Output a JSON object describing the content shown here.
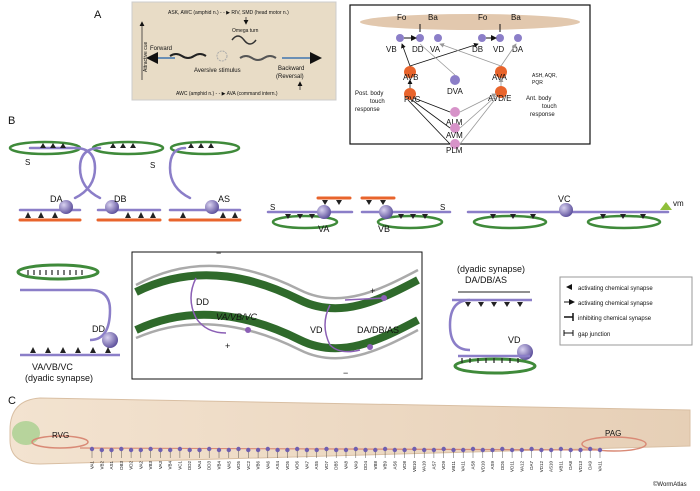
{
  "panels": {
    "a": "A",
    "b": "B",
    "c": "C"
  },
  "panel_a_left": {
    "side_label": "Attractive cue",
    "top_line": "ASK, AWC (amphid n.) - - ▶ RIV, SMD (head motor n.)",
    "omega": "Omega turn",
    "forward": "Forward",
    "aversive": "Aversive stimulus",
    "backward": "Backward",
    "reversal": "(Reversal)",
    "bottom_line": "AWC (amphid n.) - - ▶ AVA (command intern.)"
  },
  "panel_a_right": {
    "fo_left": "Fo",
    "ba_left": "Ba",
    "fo_right": "Fo",
    "ba_right": "Ba",
    "vb": "VB",
    "dd": "DD",
    "va": "VA",
    "db": "DB",
    "vd": "VD",
    "da": "DA",
    "avb": "AVB",
    "dva": "DVA",
    "ava": "AVA",
    "pvc": "PVC",
    "avde": "AVD/E",
    "alm": "ALM",
    "avm": "AVM",
    "plm": "PLM",
    "ash": "ASH, AQR,",
    "pqr": "PQR",
    "post1": "Post. body",
    "post2": "touch",
    "post3": "response",
    "ant1": "Ant. body",
    "ant2": "touch",
    "ant3": "response"
  },
  "panel_b": {
    "s": "S",
    "da": "DA",
    "db": "DB",
    "as": "AS",
    "va": "VA",
    "vb": "VB",
    "vc": "VC",
    "vm": "vm",
    "dd": "DD",
    "dyadic1": "VA/VB/VC",
    "dyadic2": "(dyadic synapse)",
    "inset_dd": "DD",
    "inset_vavbvc": "VA/VB/VC",
    "inset_vd": "VD",
    "inset_dadbas": "DA/DB/AS",
    "minus": "−",
    "plus": "+",
    "right_title1": "(dyadic synapse)",
    "right_title2": "DA/DB/AS",
    "right_vd": "VD"
  },
  "legend": [
    {
      "label": "activating chemical synapse"
    },
    {
      "label": "activating chemical synapse"
    },
    {
      "label": "inhibiting chemical synapse"
    },
    {
      "label": "gap junction"
    }
  ],
  "panel_c": {
    "rvg": "RVG",
    "pag": "PAG",
    "copyright": "©WormAtlas",
    "neurons": [
      "VA1",
      "VB2",
      "AS1",
      "DB3",
      "VD2",
      "VA2",
      "VB3",
      "VA3",
      "VB4",
      "VC1",
      "DD2",
      "VA4",
      "DD3",
      "VB4",
      "VA5",
      "VD5",
      "VC2",
      "VB6",
      "VA6",
      "AS4",
      "VD5",
      "VD6",
      "VA7",
      "AS5",
      "VD7",
      "DB5",
      "VA8",
      "VA9",
      "DD4",
      "VB8",
      "VB9",
      "AS6",
      "VD8",
      "VB10",
      "VA10",
      "AS7",
      "VD9",
      "VB11",
      "VA11",
      "AS8",
      "VD10",
      "AS9",
      "DD5",
      "VD11",
      "VA12",
      "DA7",
      "VD12",
      "AS10",
      "VB11",
      "DA8",
      "VD13",
      "DA9",
      "VA11"
    ]
  },
  "colors": {
    "purple": "#6f5fb0",
    "orange": "#e8642c",
    "pink": "#d793c9",
    "green": "#3f8a3a",
    "darkgreen": "#2f6a2b",
    "body": "#e9d7c2",
    "salmon": "#d98a76"
  }
}
